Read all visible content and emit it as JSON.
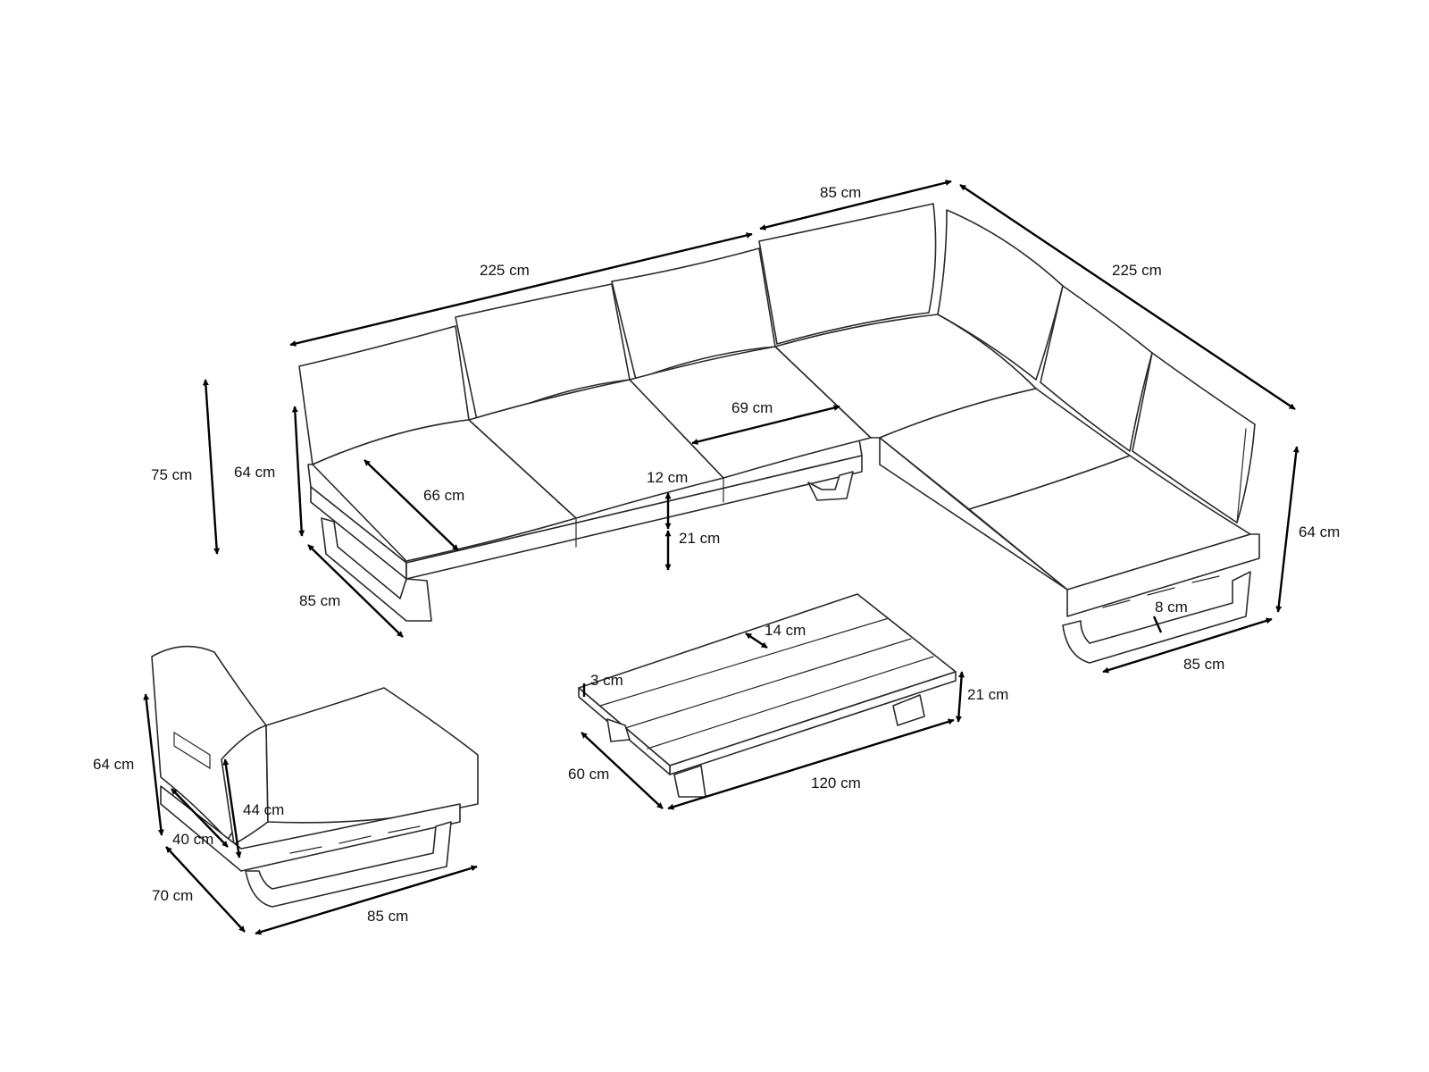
{
  "dimensions": {
    "corner_left_length": "225 cm",
    "corner_module_width": "85 cm",
    "corner_right_length": "225 cm",
    "overall_height": "75 cm",
    "back_height_left": "64 cm",
    "seat_depth_inner": "66 cm",
    "seat_width_inner": "69 cm",
    "cushion_thickness": "12 cm",
    "seat_height": "21 cm",
    "sofa_depth_left": "85 cm",
    "back_height_right": "64 cm",
    "leg_width": "8 cm",
    "sofa_depth_right": "85 cm",
    "table_plank_gap": "14 cm",
    "table_top_thickness": "3 cm",
    "table_height": "21 cm",
    "table_depth": "60 cm",
    "table_length": "120 cm",
    "chair_back_height": "64 cm",
    "chair_back_cushion": "44 cm",
    "chair_seat_depth": "40 cm",
    "chair_depth": "70 cm",
    "chair_width": "85 cm"
  }
}
